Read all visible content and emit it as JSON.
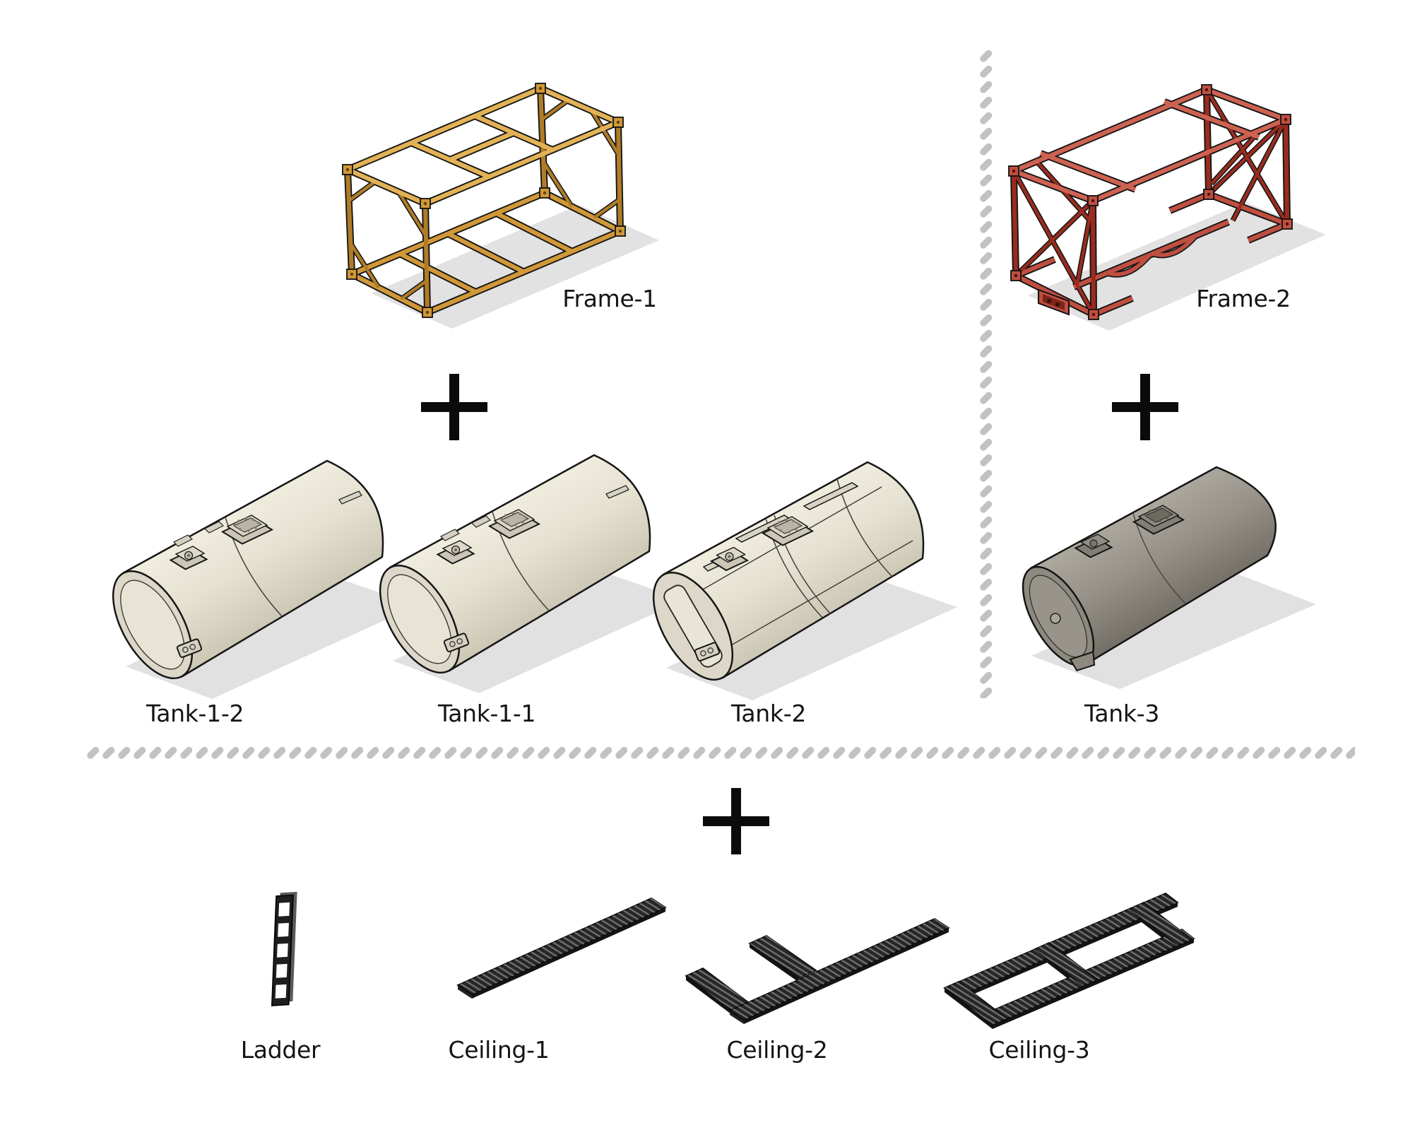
{
  "background": "#ffffff",
  "parts": {
    "frame1": {
      "label": "Frame-1",
      "color": "#d09838"
    },
    "frame2": {
      "label": "Frame-2",
      "color": "#bf4f41"
    },
    "tank12": {
      "label": "Tank-1-2",
      "color": "#e3ded0"
    },
    "tank11": {
      "label": "Tank-1-1",
      "color": "#e3ded0"
    },
    "tank2": {
      "label": "Tank-2",
      "color": "#e3ded0"
    },
    "tank3": {
      "label": "Tank-3",
      "color": "#96928a"
    },
    "ladder": {
      "label": "Ladder",
      "color": "#242424"
    },
    "ceiling1": {
      "label": "Ceiling-1",
      "color": "#2a2a2a"
    },
    "ceiling2": {
      "label": "Ceiling-2",
      "color": "#2a2a2a"
    },
    "ceiling3": {
      "label": "Ceiling-3",
      "color": "#2a2a2a"
    }
  },
  "operators": {
    "plus": "+"
  },
  "dividers": {
    "style": "dotted",
    "color": "#c2c2c2"
  }
}
